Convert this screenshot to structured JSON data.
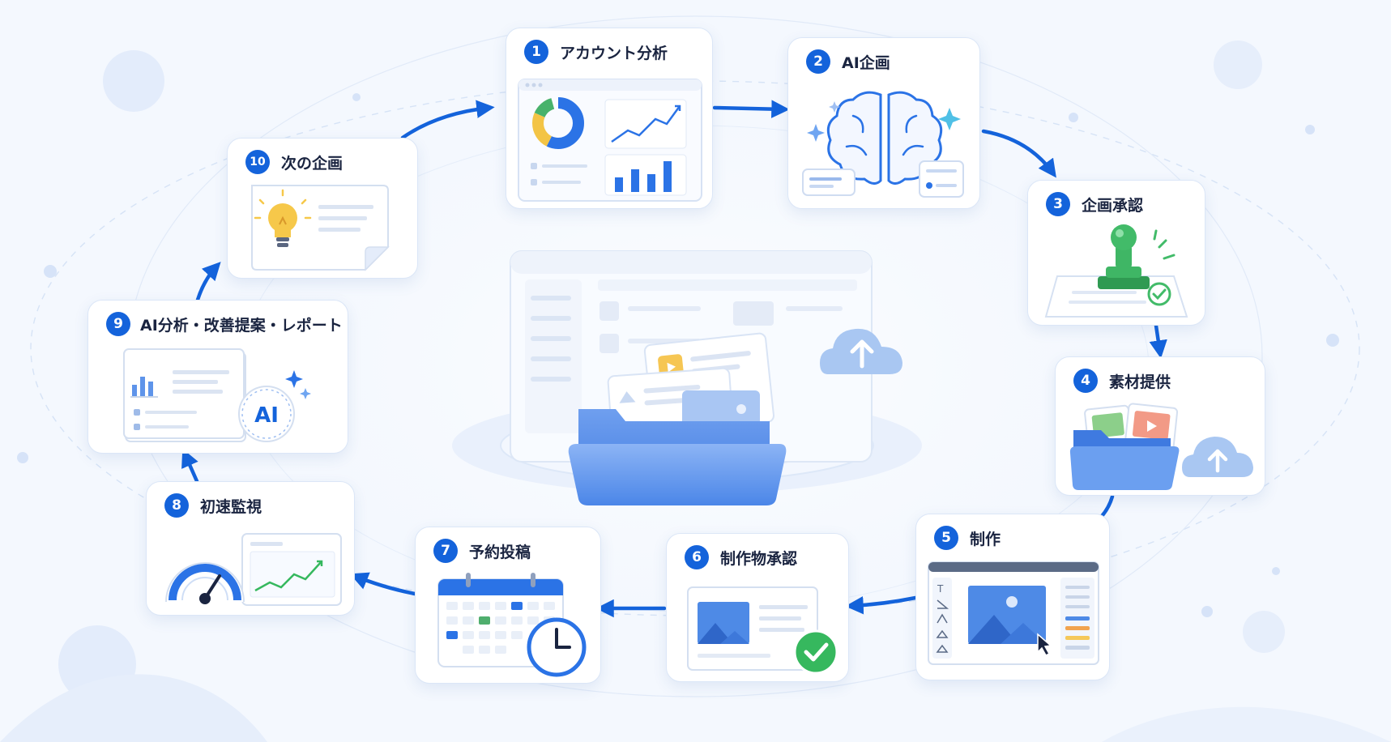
{
  "colors": {
    "accent": "#1463db",
    "arrow": "#1463db",
    "title": "#1a2440",
    "card_border": "#dbe6f7"
  },
  "steps": [
    {
      "number": "1",
      "title": "アカウント分析"
    },
    {
      "number": "2",
      "title": "AI企画"
    },
    {
      "number": "3",
      "title": "企画承認"
    },
    {
      "number": "4",
      "title": "素材提供"
    },
    {
      "number": "5",
      "title": "制作"
    },
    {
      "number": "6",
      "title": "制作物承認"
    },
    {
      "number": "7",
      "title": "予約投稿"
    },
    {
      "number": "8",
      "title": "初速監視"
    },
    {
      "number": "9",
      "title": "AI分析・改善提案・レポート"
    },
    {
      "number": "10",
      "title": "次の企画"
    }
  ],
  "ai_badge_text": "AI",
  "icons": {
    "step1": "analytics-dashboard-icon",
    "step2": "ai-brain-icon",
    "step3": "approval-stamp-icon",
    "step4": "folder-upload-icon",
    "step5": "editor-canvas-icon",
    "step6": "approved-image-icon",
    "step7": "calendar-clock-icon",
    "step8": "speedometer-icon",
    "step9": "ai-report-icon",
    "step10": "lightbulb-idea-icon",
    "center": "shared-folder-cloud-icon"
  }
}
